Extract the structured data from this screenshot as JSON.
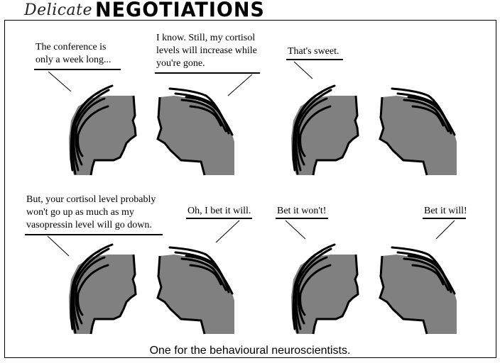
{
  "title": {
    "script": "Delicate",
    "main": "NEGOTIATIONS"
  },
  "panels": [
    {
      "left_speech": [
        "The conference is",
        "only a week long..."
      ],
      "right_speech": [
        "I know. Still, my cortisol",
        "levels will increase while",
        "you're gone."
      ]
    },
    {
      "left_speech": [
        "That's sweet."
      ],
      "right_speech": []
    },
    {
      "left_speech": [
        "But, your cortisol level probably",
        "won't go up as much as my",
        "vasopressin level will go down."
      ],
      "right_speech": [
        "Oh, I bet it will."
      ]
    },
    {
      "left_speech": [
        "Bet it won't!"
      ],
      "right_speech": [
        "Bet it will!"
      ]
    }
  ],
  "caption": "One for the behavioural neuroscientists.",
  "colors": {
    "head": "#808080",
    "ink": "#000000"
  }
}
